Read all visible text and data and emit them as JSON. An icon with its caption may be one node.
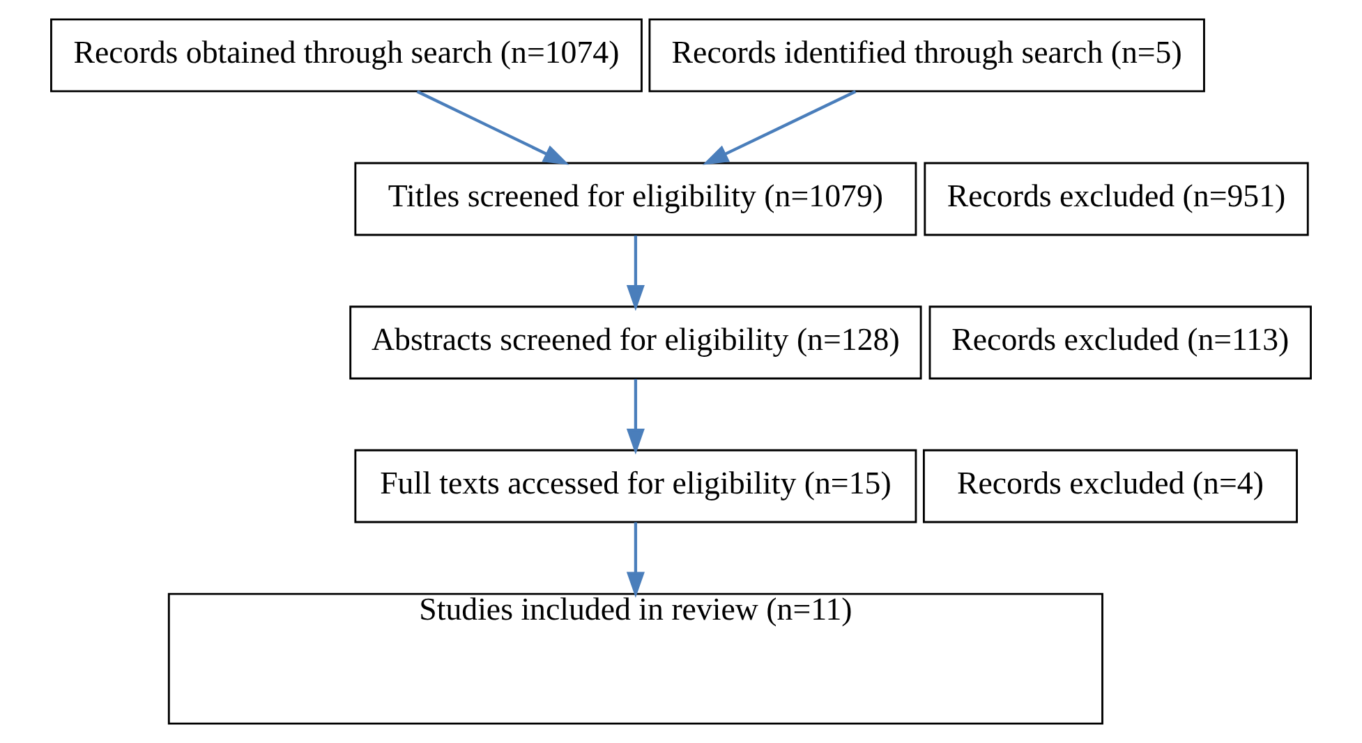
{
  "diagram": {
    "nodes": [
      {
        "text": [
          "Records obtained through search (n=1074)"
        ]
      },
      {
        "text": [
          "Records identified through search (n=5)"
        ]
      },
      {
        "text": [
          "Titles screened for eligibility (n=1079)"
        ]
      },
      {
        "text": [
          "Records excluded (n=951)"
        ]
      },
      {
        "text": [
          "Abstracts screened for eligibility (n=128)"
        ]
      },
      {
        "text": [
          "Records excluded (n=113)"
        ]
      },
      {
        "text": [
          "Full texts accessed for eligibility (n=15)"
        ]
      },
      {
        "text": [
          "Records excluded (n=4)"
        ]
      },
      {
        "text": [
          "Studies included in review (n=11)"
        ]
      }
    ],
    "edges": [
      {
        "from": 0,
        "to": 2,
        "arrow": "to"
      },
      {
        "from": 1,
        "to": 2,
        "arrow": "to"
      },
      {
        "from": 2,
        "to": 4,
        "arrow": "to"
      },
      {
        "from": 4,
        "to": 6,
        "arrow": "to"
      },
      {
        "from": 6,
        "to": 8,
        "arrow": "to"
      }
    ]
  }
}
